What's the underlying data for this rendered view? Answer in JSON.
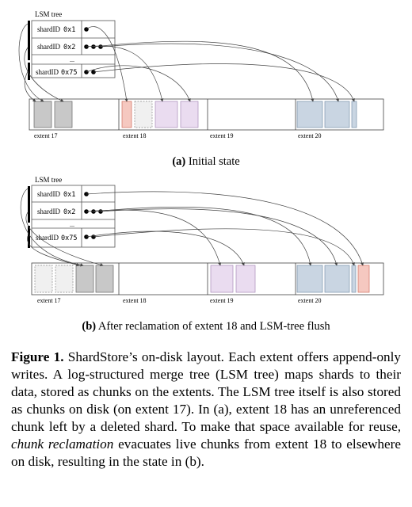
{
  "panel_a": {
    "lsm_title": "LSM tree",
    "shards": [
      {
        "label": "shardID",
        "id": "0x1"
      },
      {
        "label": "shardID",
        "id": "0x2"
      },
      {
        "label": "shardID",
        "id": "0x75"
      }
    ],
    "ellipsis": "...",
    "extent_labels": [
      "extent 17",
      "extent 18",
      "extent 19",
      "extent 20"
    ],
    "caption_tag": "(a)",
    "caption_text": "Initial state"
  },
  "panel_b": {
    "lsm_title": "LSM tree",
    "shards": [
      {
        "label": "shardID",
        "id": "0x1"
      },
      {
        "label": "shardID",
        "id": "0x2"
      },
      {
        "label": "shardID",
        "id": "0x75"
      }
    ],
    "ellipsis": "...",
    "extent_labels": [
      "extent 17",
      "extent 18",
      "extent 19",
      "extent 20"
    ],
    "caption_tag": "(b)",
    "caption_text": "After reclamation of extent 18 and LSM-tree flush"
  },
  "figure_caption": {
    "label": "Figure 1.",
    "part1": " ShardStore’s on-disk layout. Each extent offers append-only writes. A log-structured merge tree (LSM tree) maps shards to their data, stored as chunks on the extents. The LSM tree itself is also stored as chunks on disk (on extent 17). In (a), extent 18 has an unreferenced chunk left by a deleted shard. To make that space available for reuse, ",
    "emph": "chunk reclamation",
    "part2": " evacuates live chunks from extent 18 to elsewhere on disk, resulting in the state in (b)."
  },
  "colors": {
    "gray_chunk": "#c8c8c8",
    "red_chunk": "#f5c8c0",
    "purple_chunk": "#eadcf0",
    "blue_chunk": "#c9d5e2"
  }
}
